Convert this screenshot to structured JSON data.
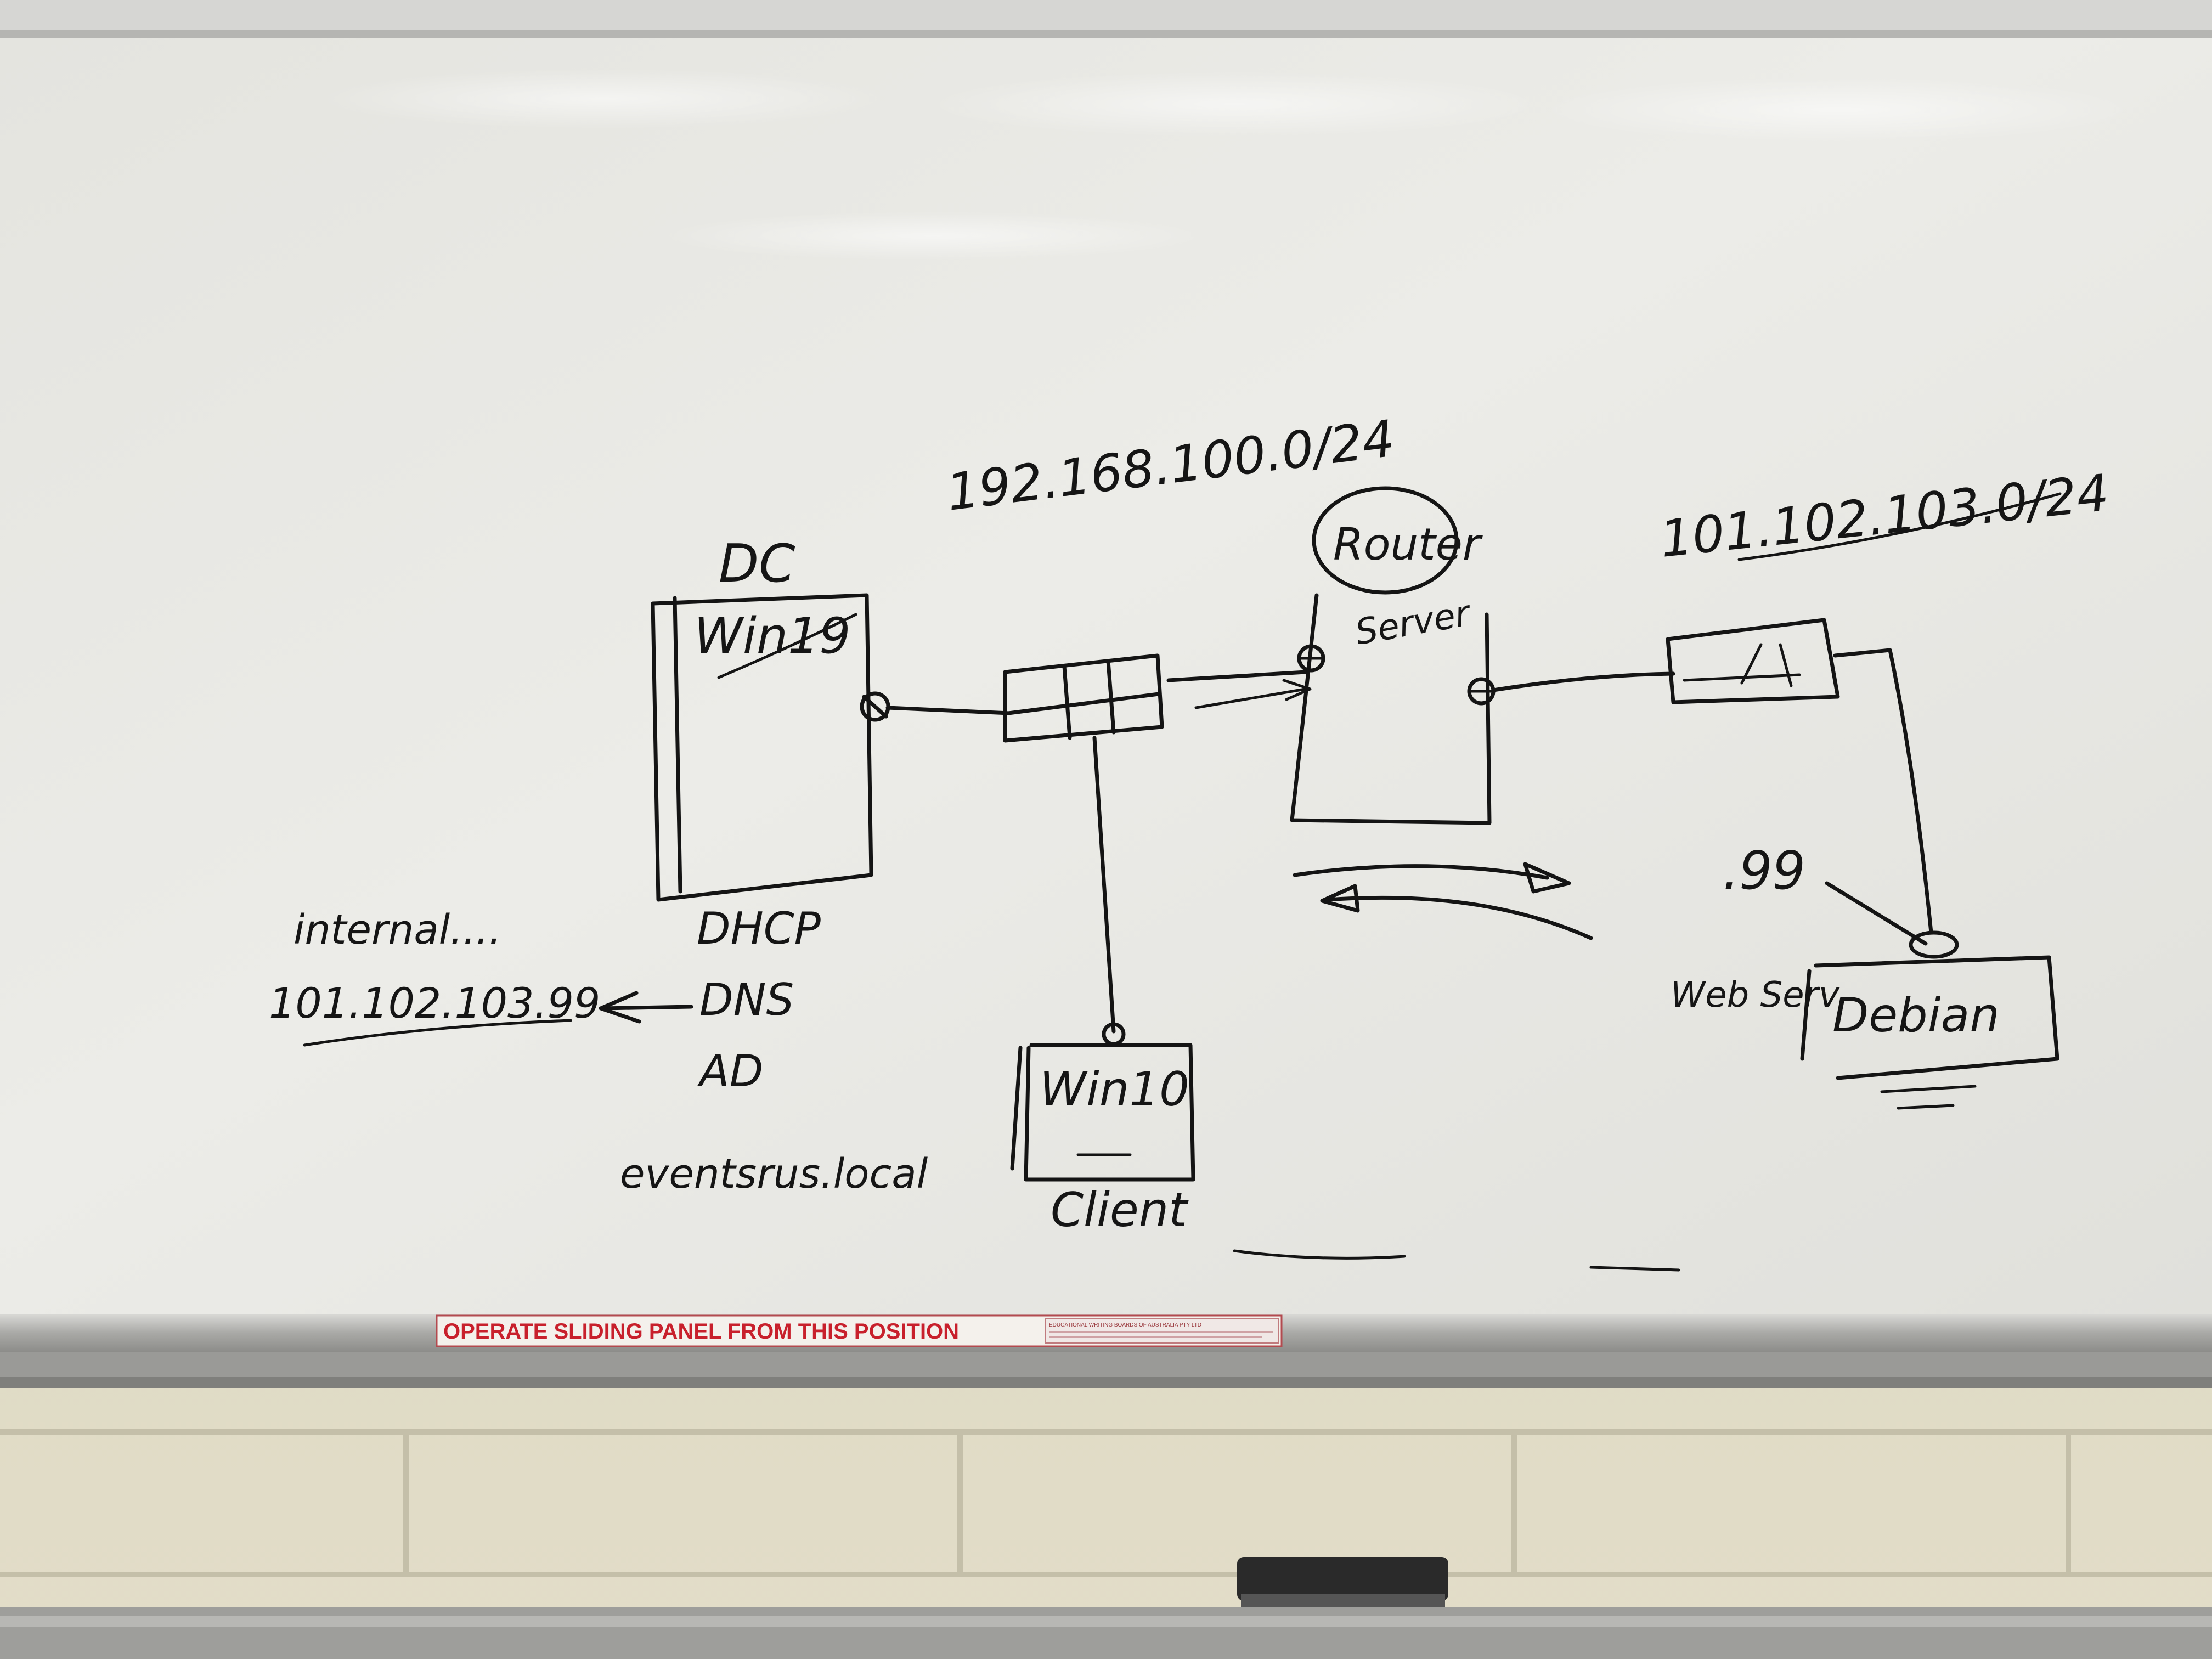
{
  "whiteboard": {
    "labels": {
      "dc": "DC",
      "dc_os": "Win19",
      "dc_services": [
        "DHCP",
        "DNS",
        "AD"
      ],
      "internal": "internal....",
      "internal_ip": "101.102.103.99",
      "domain": "eventsrus.local",
      "lan_subnet": "192.168.100.0/24",
      "router": "Router",
      "router_sub": "Server",
      "wan_subnet": "101.102.103.0/24",
      "client_os": "Win10",
      "client": "Client",
      "host_suffix": ".99",
      "web_server": "Web Serv",
      "debian": "Debian"
    }
  },
  "sticker": {
    "warning": "OPERATE SLIDING PANEL FROM THIS POSITION",
    "maker": "EDUCATIONAL WRITING BOARDS OF AUSTRALIA PTY LTD"
  },
  "colors": {
    "board": "#e9e9e4",
    "ink": "#141414",
    "frame": "#b9b9b6",
    "wall": "#dcd8c4",
    "sticker_text": "#c8202c"
  }
}
